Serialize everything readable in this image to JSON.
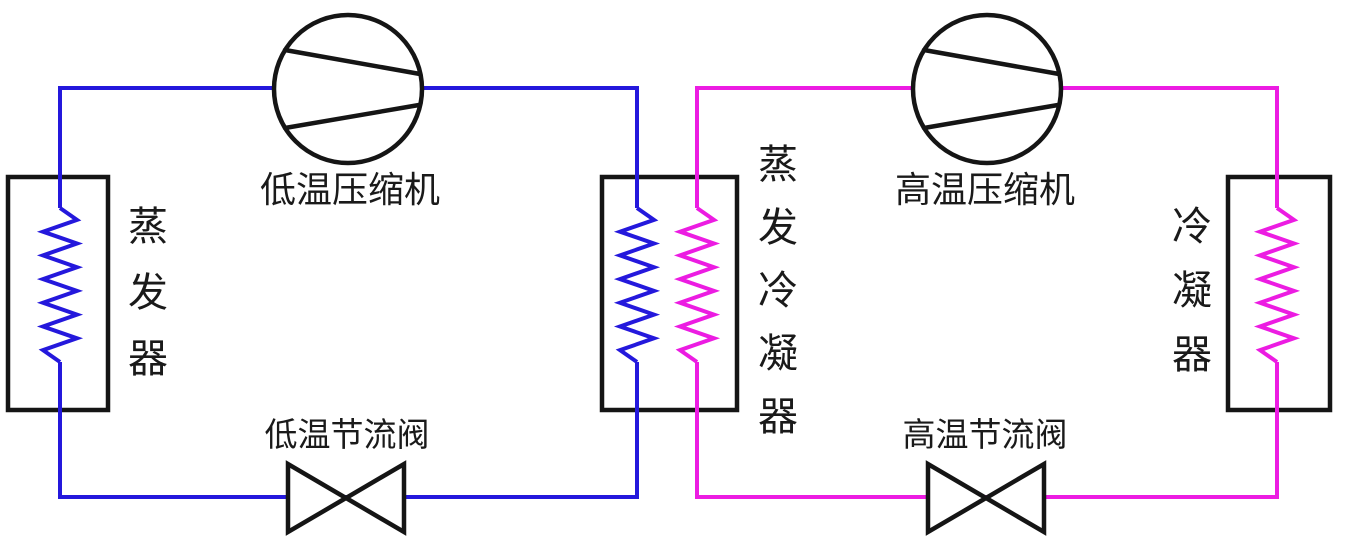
{
  "diagram": {
    "type": "cascade-refrigeration-cycle",
    "labels": {
      "low_compressor": "低温压缩机",
      "high_compressor": "高温压缩机",
      "evaporator": "蒸发器",
      "cascade_condenser": "蒸发冷凝器",
      "condenser": "冷凝器",
      "low_valve": "低温节流阀",
      "high_valve": "高温节流阀"
    },
    "colors": {
      "low_stage_line": "#2418dc",
      "high_stage_line": "#ec1ce2",
      "symbol_outline": "#151515",
      "background": "#ffffff"
    }
  }
}
